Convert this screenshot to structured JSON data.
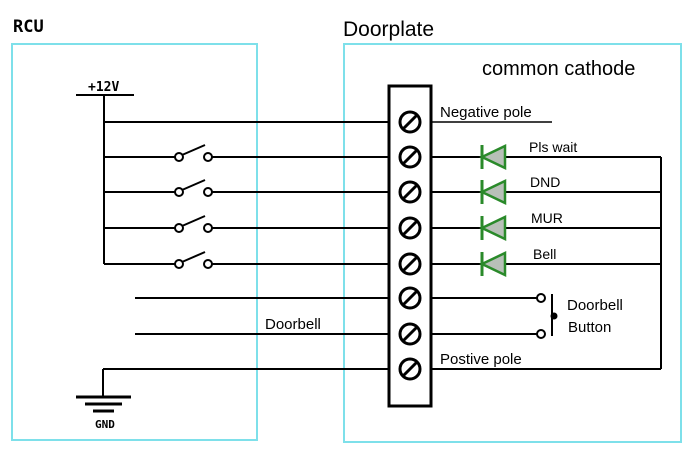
{
  "rcu": {
    "title": "RCU",
    "supply_label": "+12V",
    "ground_label": "GND",
    "doorbell_line_label": "Doorbell"
  },
  "doorplate": {
    "title": "Doorplate",
    "mode_label": "common cathode",
    "terminals": [
      {
        "label": "Negative pole"
      },
      {
        "label": "Pls wait"
      },
      {
        "label": "DND"
      },
      {
        "label": "MUR"
      },
      {
        "label": "Bell"
      },
      {
        "label": ""
      },
      {
        "label": ""
      },
      {
        "label": "Postive pole"
      }
    ],
    "doorbell_button_label_1": "Doorbell",
    "doorbell_button_label_2": "Button"
  },
  "colors": {
    "box_border": "#7ee0ea",
    "line": "#000000",
    "led": "#2a8a2a",
    "led_fill": "#b8c0b8"
  }
}
